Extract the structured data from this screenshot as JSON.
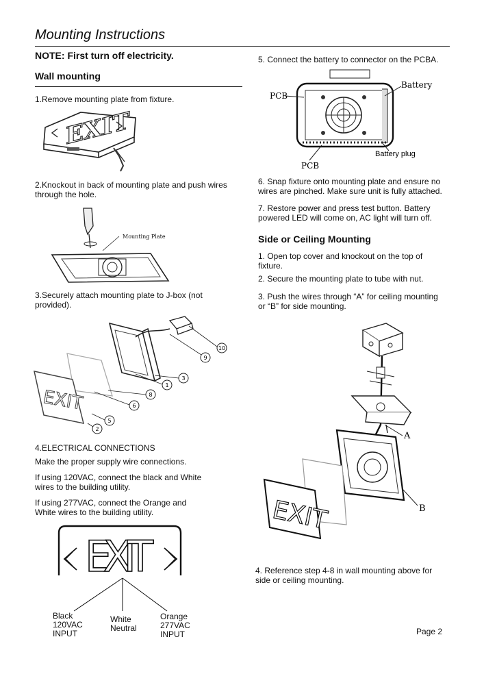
{
  "header": {
    "title": "Mounting Instructions"
  },
  "left": {
    "note": "NOTE: First turn off electricity.",
    "wall_heading": "Wall mounting",
    "step1": "1.Remove mounting plate from fixture.",
    "step2": "2.Knockout in back of mounting plate and push wires\n   through the hole.",
    "mounting_plate_label": "Mounting Plate",
    "step3": "3.Securely attach mounting plate to J-box (not\n   provided).",
    "callouts": [
      "10",
      "9",
      "3",
      "1",
      "8",
      "6",
      "5",
      "2"
    ],
    "step4_title": "4.ELECTRICAL CONNECTIONS",
    "step4_p1": "Make the proper supply wire connections.",
    "step4_p2": "If using 120VAC, connect the black and White\nwires to the building utility.",
    "step4_p3": "If using 277VAC, connect the Orange and\nWhite wires to the building utility.",
    "exit_sign_text": "EXIT",
    "wires": [
      {
        "label": "Black\n120VAC\nINPUT"
      },
      {
        "label": "White\nNeutral"
      },
      {
        "label": "Orange\n277VAC\nINPUT"
      }
    ]
  },
  "right": {
    "step5": "5. Connect the battery to connector on the PCBA.",
    "pcb_label": "PCB",
    "pcb_label2": "PCB",
    "battery_label": "Battery",
    "battery_plug_label": "Battery plug",
    "step6": "6. Snap fixture onto mounting plate and ensure no\nwires are pinched. Make sure unit is fully attached.",
    "step7": "7. Restore power and press test button. Battery\npowered LED will come on, AC light will turn off.",
    "side_heading": "Side or Ceiling Mounting",
    "side1": "1. Open top cover and knockout on the top of\n    fixture.",
    "side2": "2. Secure the mounting plate to tube with nut.",
    "side3": "3. Push the wires through “A” for ceiling mounting\nor “B” for side mounting.",
    "label_a": "A",
    "label_b": "B",
    "side4": "4. Reference step 4-8 in wall mounting above for\nside or ceiling mounting."
  },
  "footer": {
    "page": "Page 2"
  }
}
